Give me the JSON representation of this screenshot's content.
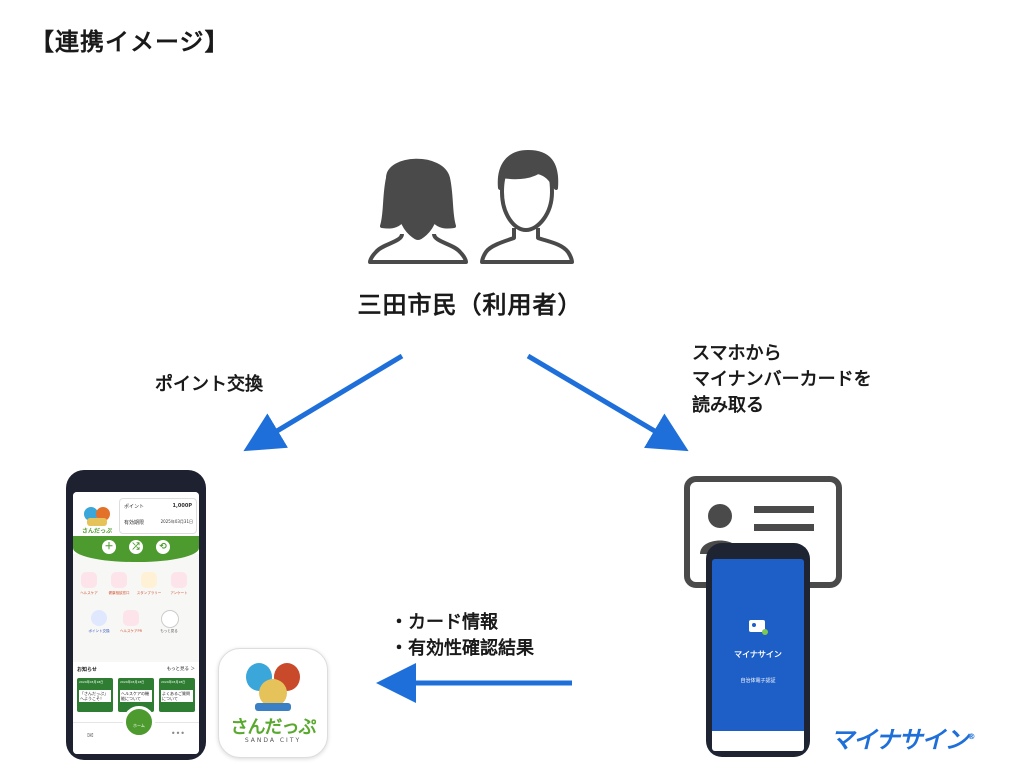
{
  "title": "【連携イメージ】",
  "users_label": "三田市民（利用者）",
  "label_point_exchange": "ポイント交換",
  "label_read_card": [
    "スマホから",
    "マイナンバーカードを",
    "読み取る"
  ],
  "label_info": [
    "・カード情報",
    "・有効性確認結果"
  ],
  "left_app": {
    "logo_text": "さんだっぷ",
    "point_label": "ポイント",
    "point_value": "1,000P",
    "expiry_label": "有効期限",
    "expiry_value": "2025年03月31日",
    "actions": [
      "＋",
      "⤮",
      "⟲"
    ],
    "menu": [
      "ヘルスケア",
      "健康相談窓口",
      "スタンプラリー",
      "アンケート",
      "ポイント交換",
      "ヘルスケアPR",
      "もっと見る"
    ],
    "news_header": "お知らせ",
    "news_more": "もっと見る ＞",
    "news": [
      {
        "date": "2024年03月18日",
        "text": "「さんだっぷ」へようこそ！"
      },
      {
        "date": "2024年03月18日",
        "text": "ヘルスケアの機能について"
      },
      {
        "date": "2024年03月18日",
        "text": "よくあるご質問について"
      }
    ],
    "home": "ホーム"
  },
  "app_icon": {
    "name": "さんだっぷ",
    "sub": "SANDA CITY"
  },
  "right_app": {
    "app_name": "マイナサイン",
    "subtitle": "自治体電子認証"
  },
  "brand": "マイナサイン",
  "brand_mark": "®",
  "colors": {
    "arrow": "#1e6fd9",
    "icon": "#4a4a4a",
    "green": "#4d9a2e",
    "phone": "#1e2130",
    "screen_blue": "#1e5fc7"
  }
}
